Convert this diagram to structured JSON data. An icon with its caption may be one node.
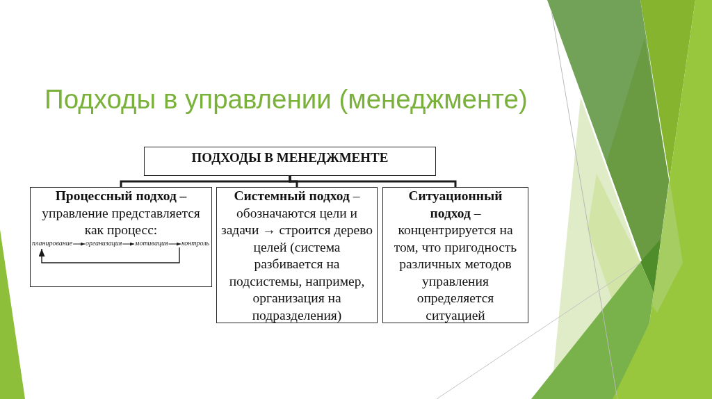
{
  "diagram": {
    "title": "Подходы в управлении (менеджменте)",
    "nodes": [
      {
        "text": [
          "ПОДХОДЫ В МЕНЕДЖМЕНТЕ"
        ]
      },
      {
        "text": [
          "**Процессный подход –** управление представляется как процесс:"
        ]
      },
      {
        "text": [
          "планирование"
        ],
        "in": 1
      },
      {
        "text": [
          "организация"
        ],
        "in": 1
      },
      {
        "text": [
          "мотивация"
        ],
        "in": 1
      },
      {
        "text": [
          "контроль"
        ],
        "in": 1
      },
      {
        "text": [
          "**Системный подход** – обозначаются цели и задачи → строится дерево целей (система разбивается на подсистемы, например, организация на подразделения)"
        ]
      },
      {
        "text": [
          "**Ситуационный подход** – концентрируется на том, что пригодность различных методов управления определяется ситуацией"
        ]
      }
    ],
    "edges": [
      {
        "from": 0,
        "to": 1,
        "arrow": "none",
        "style": "thick"
      },
      {
        "from": 0,
        "to": 6,
        "arrow": "none",
        "style": "thick"
      },
      {
        "from": 0,
        "to": 7,
        "arrow": "none",
        "style": "thick"
      },
      {
        "from": 2,
        "to": 3,
        "arrow": "to"
      },
      {
        "from": 3,
        "to": 4,
        "arrow": "to"
      },
      {
        "from": 4,
        "to": 5,
        "arrow": "to"
      },
      {
        "from": 5,
        "to": 2,
        "arrow": "to"
      }
    ]
  }
}
